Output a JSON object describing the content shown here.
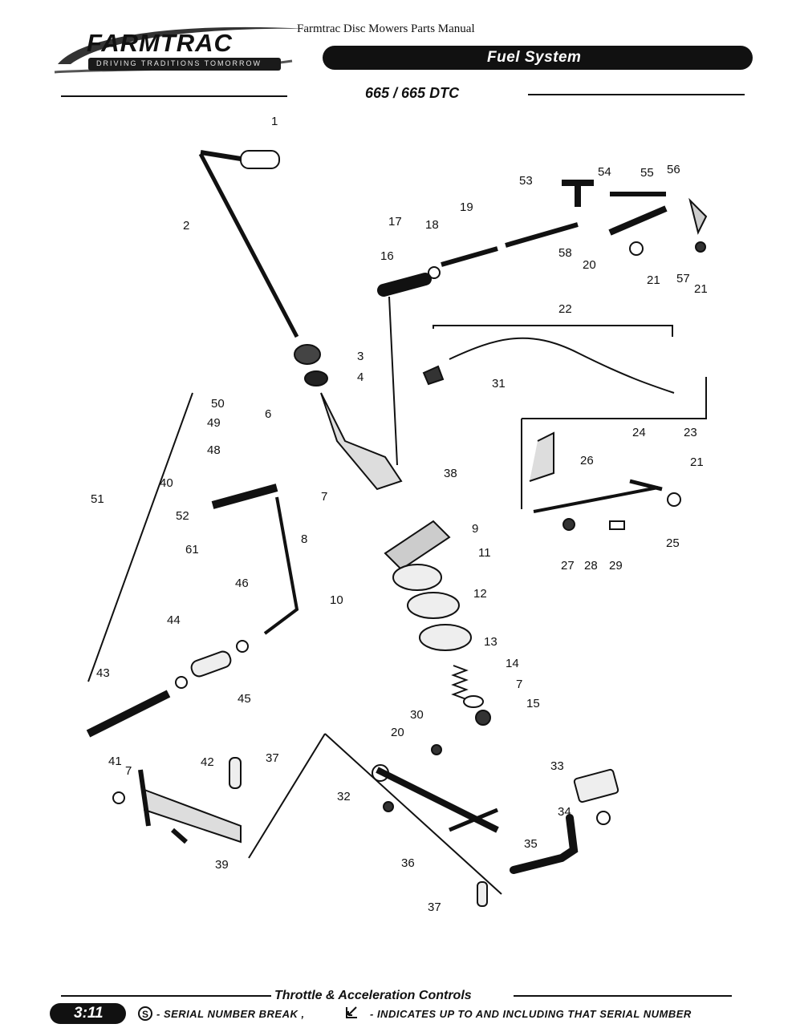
{
  "header": {
    "top_title": "Farmtrac Disc Mowers Parts Manual",
    "logo_wordmark": "FARMTRAC",
    "logo_tagline": "DRIVING TRADITIONS TOMORROW",
    "section": "Fuel System",
    "model": "665 / 665 DTC"
  },
  "diagram": {
    "callouts": [
      {
        "id": "c1",
        "text": "1"
      },
      {
        "id": "c2",
        "text": "2"
      },
      {
        "id": "c3",
        "text": "3"
      },
      {
        "id": "c4",
        "text": "4"
      },
      {
        "id": "c50",
        "text": "50"
      },
      {
        "id": "c6",
        "text": "6"
      },
      {
        "id": "c49",
        "text": "49"
      },
      {
        "id": "c48",
        "text": "48"
      },
      {
        "id": "c40",
        "text": "40"
      },
      {
        "id": "c51",
        "text": "51"
      },
      {
        "id": "c52",
        "text": "52"
      },
      {
        "id": "c61",
        "text": "61"
      },
      {
        "id": "c7a",
        "text": "7"
      },
      {
        "id": "c9",
        "text": "9"
      },
      {
        "id": "c8",
        "text": "8"
      },
      {
        "id": "c11",
        "text": "11"
      },
      {
        "id": "c10",
        "text": "10"
      },
      {
        "id": "c46",
        "text": "46"
      },
      {
        "id": "c12",
        "text": "12"
      },
      {
        "id": "c44",
        "text": "44"
      },
      {
        "id": "c13",
        "text": "13"
      },
      {
        "id": "c14",
        "text": "14"
      },
      {
        "id": "c43",
        "text": "43"
      },
      {
        "id": "c7b",
        "text": "7"
      },
      {
        "id": "c45",
        "text": "45"
      },
      {
        "id": "c15",
        "text": "15"
      },
      {
        "id": "c30",
        "text": "30"
      },
      {
        "id": "c20a",
        "text": "20"
      },
      {
        "id": "c41",
        "text": "41"
      },
      {
        "id": "c7c",
        "text": "7"
      },
      {
        "id": "c42",
        "text": "42"
      },
      {
        "id": "c37a",
        "text": "37"
      },
      {
        "id": "c33",
        "text": "33"
      },
      {
        "id": "c32",
        "text": "32"
      },
      {
        "id": "c34",
        "text": "34"
      },
      {
        "id": "c39",
        "text": "39"
      },
      {
        "id": "c36",
        "text": "36"
      },
      {
        "id": "c35",
        "text": "35"
      },
      {
        "id": "c37b",
        "text": "37"
      },
      {
        "id": "c17",
        "text": "17"
      },
      {
        "id": "c18",
        "text": "18"
      },
      {
        "id": "c19",
        "text": "19"
      },
      {
        "id": "c16",
        "text": "16"
      },
      {
        "id": "c53",
        "text": "53"
      },
      {
        "id": "c54",
        "text": "54"
      },
      {
        "id": "c55",
        "text": "55"
      },
      {
        "id": "c56",
        "text": "56"
      },
      {
        "id": "c58",
        "text": "58"
      },
      {
        "id": "c20b",
        "text": "20"
      },
      {
        "id": "c21a",
        "text": "21"
      },
      {
        "id": "c57",
        "text": "57"
      },
      {
        "id": "c21b",
        "text": "21"
      },
      {
        "id": "c22",
        "text": "22"
      },
      {
        "id": "c31",
        "text": "31"
      },
      {
        "id": "c38",
        "text": "38"
      },
      {
        "id": "c24",
        "text": "24"
      },
      {
        "id": "c23",
        "text": "23"
      },
      {
        "id": "c26",
        "text": "26"
      },
      {
        "id": "c21c",
        "text": "21"
      },
      {
        "id": "c25",
        "text": "25"
      },
      {
        "id": "c27",
        "text": "27"
      },
      {
        "id": "c28",
        "text": "28"
      },
      {
        "id": "c29",
        "text": "29"
      }
    ]
  },
  "footer": {
    "title": "Throttle & Acceleration Controls",
    "page": "3:11",
    "serial_legend": "- SERIAL NUMBER BREAK ,",
    "upto_legend": "- INDICATES UP TO AND INCLUDING THAT SERIAL NUMBER"
  }
}
